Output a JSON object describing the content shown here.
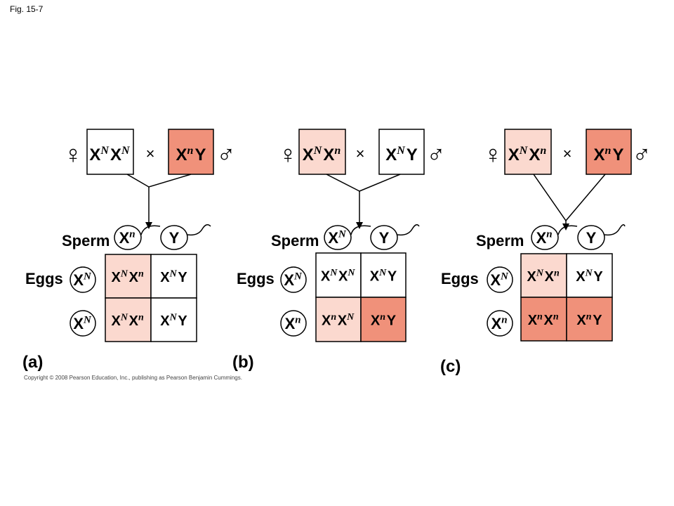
{
  "figure_label": "Fig. 15-7",
  "copyright": "Copyright © 2008 Pearson Education, Inc., publishing as Pearson Benjamin Cummings.",
  "symbols": {
    "female": "♀",
    "male": "♂",
    "cross": "×"
  },
  "row_labels": {
    "sperm": "Sperm",
    "eggs": "Eggs"
  },
  "colors": {
    "light": "#fbd9cf",
    "dark": "#f0917a",
    "white": "#ffffff"
  },
  "panels": [
    {
      "label": "(a)",
      "female": {
        "genotype": [
          [
            "X",
            "N"
          ],
          [
            "X",
            "N"
          ]
        ],
        "fill": "white"
      },
      "male": {
        "genotype": [
          [
            "X",
            "n"
          ],
          [
            "Y",
            ""
          ]
        ],
        "fill": "dark"
      },
      "sperm": [
        [
          [
            "X",
            "n"
          ]
        ],
        [
          [
            "Y",
            ""
          ]
        ]
      ],
      "eggs": [
        [
          [
            "X",
            "N"
          ]
        ],
        [
          [
            "X",
            "N"
          ]
        ]
      ],
      "cells": [
        {
          "genotype": [
            [
              "X",
              "N"
            ],
            [
              "X",
              "n"
            ]
          ],
          "fill": "light"
        },
        {
          "genotype": [
            [
              "X",
              "N"
            ],
            [
              "Y",
              ""
            ]
          ],
          "fill": "white"
        },
        {
          "genotype": [
            [
              "X",
              "N"
            ],
            [
              "X",
              "n"
            ]
          ],
          "fill": "light"
        },
        {
          "genotype": [
            [
              "X",
              "N"
            ],
            [
              "Y",
              ""
            ]
          ],
          "fill": "white"
        }
      ]
    },
    {
      "label": "(b)",
      "female": {
        "genotype": [
          [
            "X",
            "N"
          ],
          [
            "X",
            "n"
          ]
        ],
        "fill": "light"
      },
      "male": {
        "genotype": [
          [
            "X",
            "N"
          ],
          [
            "Y",
            ""
          ]
        ],
        "fill": "white"
      },
      "sperm": [
        [
          [
            "X",
            "N"
          ]
        ],
        [
          [
            "Y",
            ""
          ]
        ]
      ],
      "eggs": [
        [
          [
            "X",
            "N"
          ]
        ],
        [
          [
            "X",
            "n"
          ]
        ]
      ],
      "cells": [
        {
          "genotype": [
            [
              "X",
              "N"
            ],
            [
              "X",
              "N"
            ]
          ],
          "fill": "white"
        },
        {
          "genotype": [
            [
              "X",
              "N"
            ],
            [
              "Y",
              ""
            ]
          ],
          "fill": "white"
        },
        {
          "genotype": [
            [
              "X",
              "n"
            ],
            [
              "X",
              "N"
            ]
          ],
          "fill": "light"
        },
        {
          "genotype": [
            [
              "X",
              "n"
            ],
            [
              "Y",
              ""
            ]
          ],
          "fill": "dark"
        }
      ]
    },
    {
      "label": "(c)",
      "female": {
        "genotype": [
          [
            "X",
            "N"
          ],
          [
            "X",
            "n"
          ]
        ],
        "fill": "light"
      },
      "male": {
        "genotype": [
          [
            "X",
            "n"
          ],
          [
            "Y",
            ""
          ]
        ],
        "fill": "dark"
      },
      "sperm": [
        [
          [
            "X",
            "n"
          ]
        ],
        [
          [
            "Y",
            ""
          ]
        ]
      ],
      "eggs": [
        [
          [
            "X",
            "N"
          ]
        ],
        [
          [
            "X",
            "n"
          ]
        ]
      ],
      "cells": [
        {
          "genotype": [
            [
              "X",
              "N"
            ],
            [
              "X",
              "n"
            ]
          ],
          "fill": "light"
        },
        {
          "genotype": [
            [
              "X",
              "N"
            ],
            [
              "Y",
              ""
            ]
          ],
          "fill": "white"
        },
        {
          "genotype": [
            [
              "X",
              "n"
            ],
            [
              "X",
              "n"
            ]
          ],
          "fill": "dark"
        },
        {
          "genotype": [
            [
              "X",
              "n"
            ],
            [
              "Y",
              ""
            ]
          ],
          "fill": "dark"
        }
      ]
    }
  ]
}
